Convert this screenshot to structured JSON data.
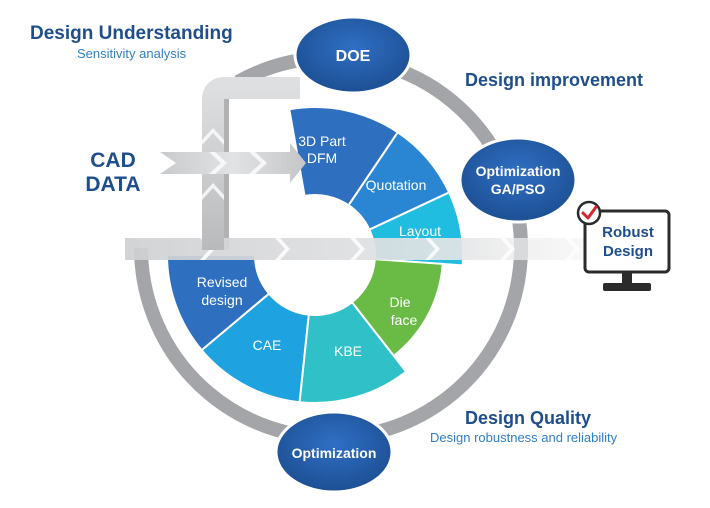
{
  "headings": {
    "design_understanding": "Design Understanding",
    "sensitivity_analysis": "Sensitivity analysis",
    "design_improvement": "Design improvement",
    "design_quality": "Design Quality",
    "robustness_reliability": "Design robustness and reliability"
  },
  "input": {
    "line1": "CAD",
    "line2": "DATA"
  },
  "nodes": {
    "doe": "DOE",
    "optimization_ga_pso_line1": "Optimization",
    "optimization_ga_pso_line2": "GA/PSO",
    "optimization_bottom": "Optimization"
  },
  "segments": {
    "part_dfm_line1": "3D Part",
    "part_dfm_line2": "DFM",
    "quotation": "Quotation",
    "layout": "Layout",
    "die_face_line1": "Die",
    "die_face_line2": "face",
    "kbe": "KBE",
    "cae": "CAE",
    "revised_design_line1": "Revised",
    "revised_design_line2": "design"
  },
  "output": {
    "line1": "Robust",
    "line2": "Design"
  },
  "colors": {
    "dark_blue": "#1f4e8c",
    "mid_blue": "#2e6fc0",
    "blue": "#2a86d3",
    "sky_blue": "#1fa2e0",
    "cyan": "#20bde0",
    "teal": "#2fc0c8",
    "green": "#6abb45",
    "ring_gray": "#a3a5a8",
    "check_red": "#d5262d"
  }
}
